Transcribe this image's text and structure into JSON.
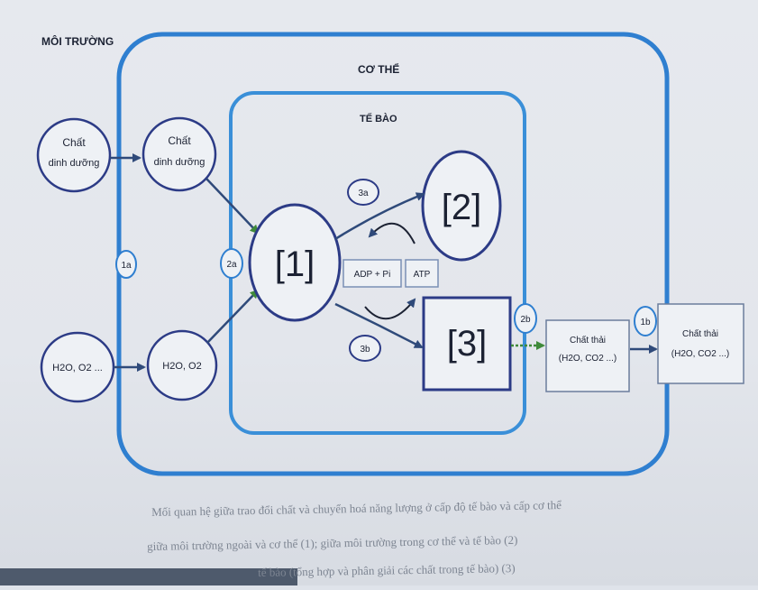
{
  "diagram": {
    "env_label": "MÔI TRƯỜNG",
    "body_label": "CƠ THỂ",
    "cell_label": "TẾ BÀO",
    "env_nutrient": [
      "Chất",
      "dinh dưỡng"
    ],
    "body_nutrient": [
      "Chất",
      "dinh dưỡng"
    ],
    "env_gas": "H2O, O2 ...",
    "body_gas": "H2O, O2",
    "node1": "[1]",
    "node2": "[2]",
    "node3": "[3]",
    "adp": "ADP + Pi",
    "atp": "ATP",
    "label_1a": "1a",
    "label_2a": "2a",
    "label_3a": "3a",
    "label_3b": "3b",
    "label_2b": "2b",
    "label_1b": "1b",
    "waste_body": [
      "Chất thải",
      "(H2O, CO2 ...)"
    ],
    "waste_env": [
      "Chất thải",
      "(H2O, CO2 ...)"
    ]
  },
  "caption": {
    "line1": "Mối quan hệ giữa trao đổi chất và chuyển hoá năng lượng ở cấp độ tế bào và cấp cơ thể",
    "line2": "giữa môi trường ngoài và cơ thể (1); giữa môi trường trong cơ thể và tế bào (2)",
    "line3": "tế bào (tổng hợp và phân giải các chất trong tế bào) (3)"
  },
  "colors": {
    "body_border": "#2f7fd0",
    "cell_border": "#3a8fd8",
    "node_border": "#2c3b86",
    "arrow": "#2f4a7a",
    "arrow_green": "#3f8a3a",
    "text": "#1c2233"
  }
}
